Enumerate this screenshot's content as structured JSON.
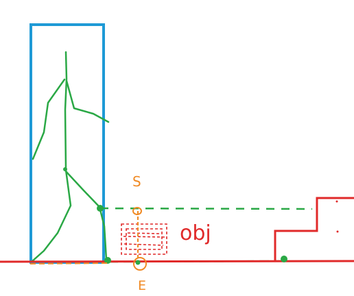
{
  "labels": {
    "start": "S",
    "end": "E",
    "object": "obj"
  },
  "colors": {
    "background": "#ffffff",
    "ground": "#e02a2a",
    "frame": "#1e9ad6",
    "figure": "#2aa845",
    "marker": "#f08a24",
    "object": "#e02a2a"
  }
}
